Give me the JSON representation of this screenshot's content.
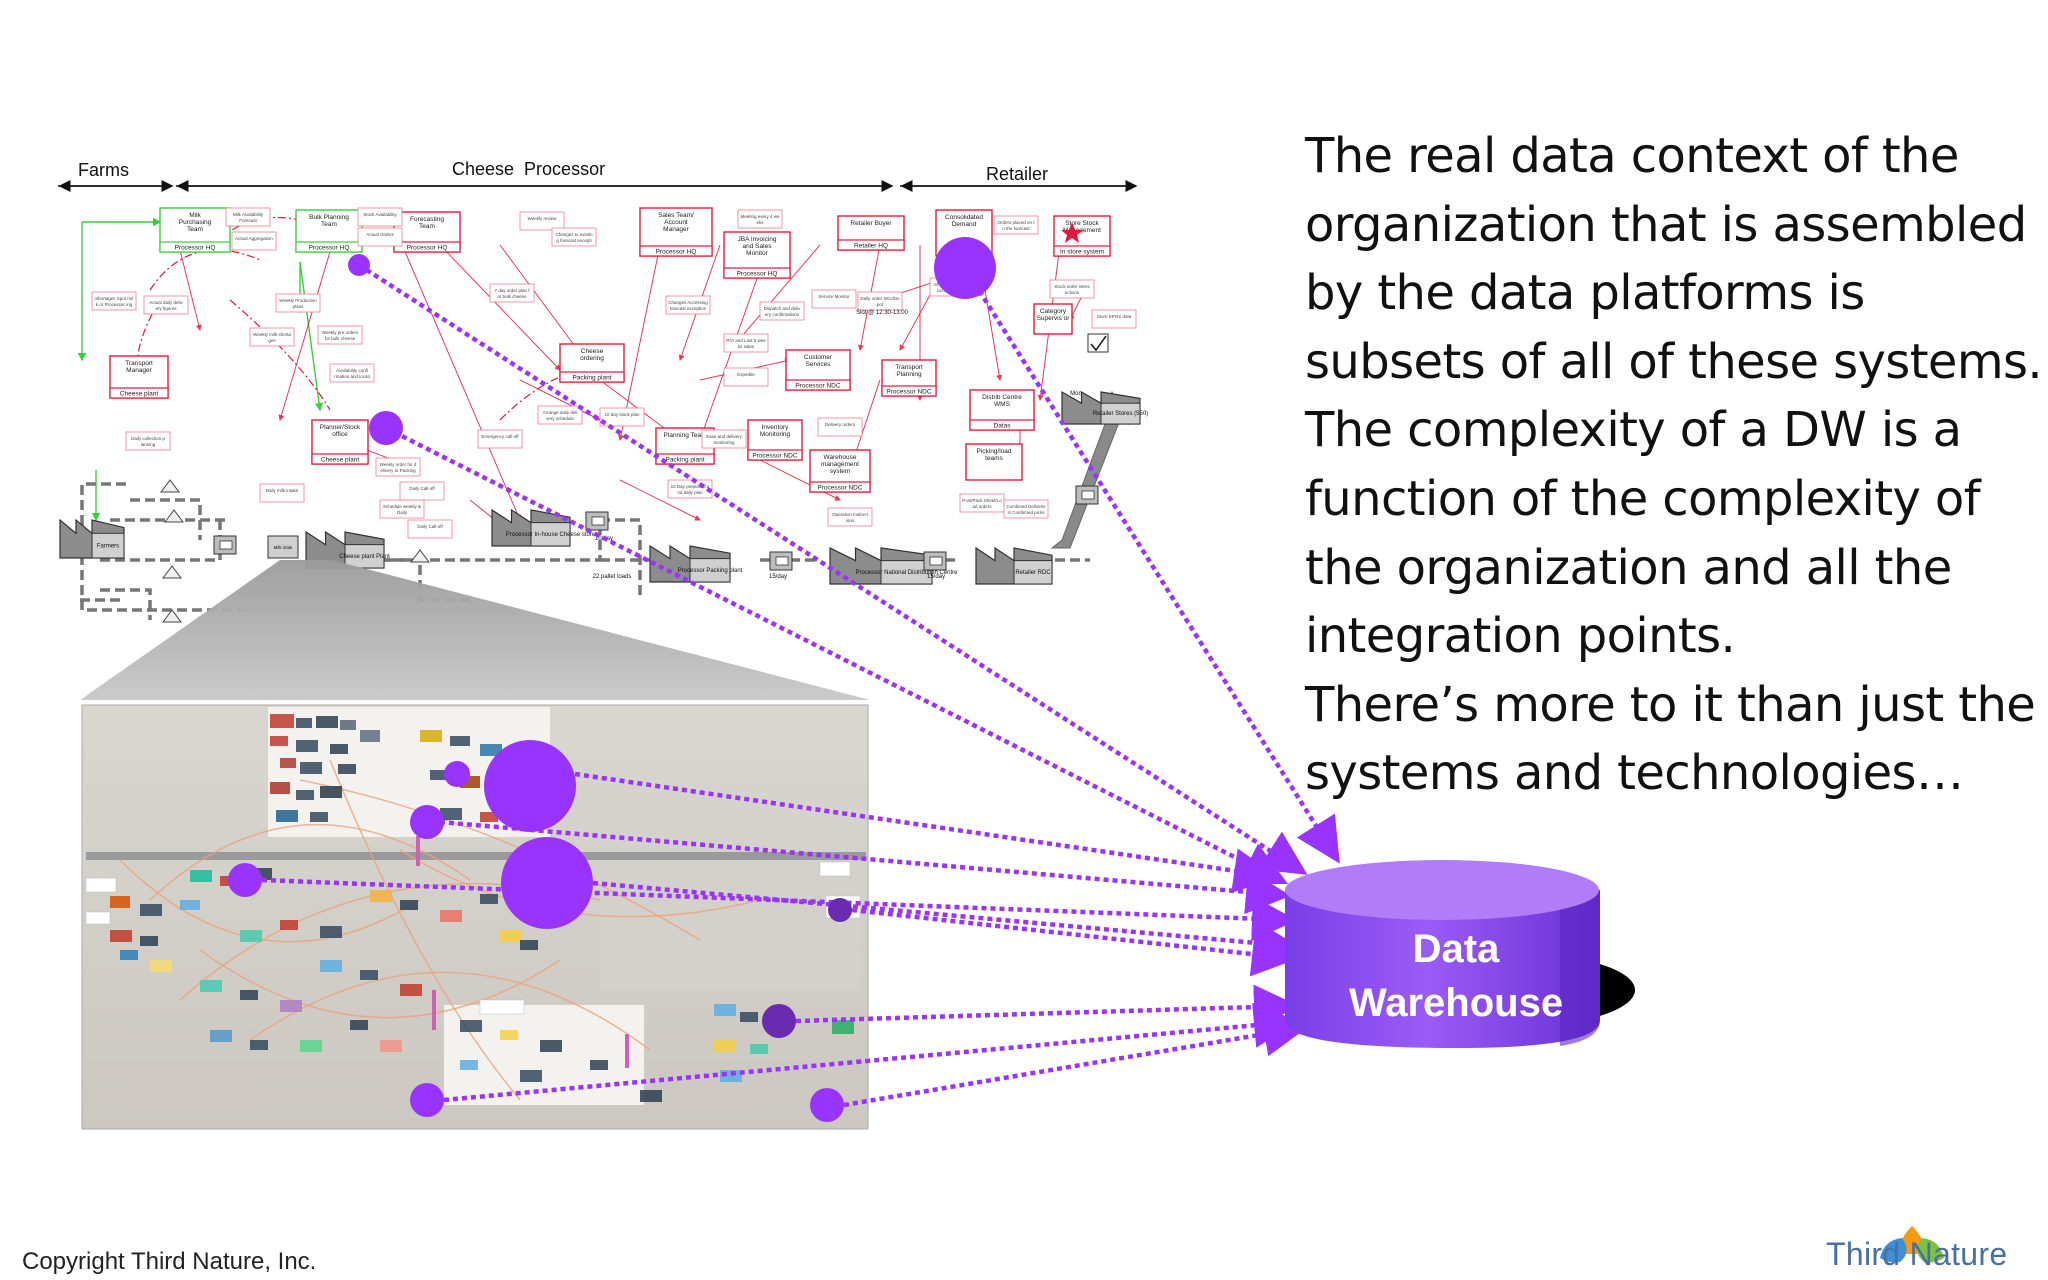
{
  "header": {
    "farms_label": "Farms",
    "processor_label": "Cheese  Processor",
    "retailer_label": "Retailer"
  },
  "map": {
    "boxes": [
      {
        "title": "Milk Purchasing Team",
        "foot": "Processor HQ",
        "color": "green"
      },
      {
        "title": "Bulk Planning Team",
        "foot": "Processor HQ",
        "color": "green"
      },
      {
        "title": "Forecasting Team",
        "foot": "Processor HQ",
        "color": "red"
      },
      {
        "title": "Sales Team/ Account Manager",
        "foot": "Processor HQ",
        "color": "red"
      },
      {
        "title": "JBA Invoicing and Sales Monitor",
        "foot": "Processor HQ",
        "color": "red"
      },
      {
        "title": "Retailer Buyer",
        "foot": "Retailer HQ",
        "color": "red"
      },
      {
        "title": "Consolidated Demand",
        "foot": "",
        "color": "red"
      },
      {
        "title": "Store Stock Management",
        "foot": "In store system",
        "color": "red"
      },
      {
        "title": "Transport Manager",
        "foot": "Cheese plant",
        "color": "red"
      },
      {
        "title": "Cheese ordering",
        "foot": "Packing plant",
        "color": "red"
      },
      {
        "title": "Customer Services",
        "foot": "Processor NDC",
        "color": "red"
      },
      {
        "title": "Transport Planning",
        "foot": "Processor NDC",
        "color": "red"
      },
      {
        "title": "Planner/Stock office",
        "foot": "Cheese plant",
        "color": "red"
      },
      {
        "title": "Planning Team",
        "foot": "Packing plant",
        "color": "red"
      },
      {
        "title": "Inventory Monitoring",
        "foot": "Processor NDC",
        "color": "red"
      },
      {
        "title": "Warehouse management system",
        "foot": "Processor NDC",
        "color": "red"
      },
      {
        "title": "Distrib Centre WMS",
        "foot": "Datas",
        "color": "red"
      },
      {
        "title": "Picking/load teams",
        "foot": "",
        "color": "red"
      },
      {
        "title": "Category Supervis or",
        "foot": "",
        "color": "red"
      }
    ],
    "notes": [
      "Milk Availability Forecast",
      "Actual Aggregation",
      "Stock Availability",
      "Actual Orders",
      "Weekly review",
      "Changes to existing forecast exceptions",
      "Meeting every 4 weeks",
      "Orders placed on to the forecast",
      "Shortages Spot milk or Processor ingredients",
      "Actual daily delivery figures",
      "Weekly Production plans",
      "Weekly milk shortages",
      "Weekly pre orders for bulk cheese",
      "7 day order plan for bulk cheese",
      "Changes Accessing forecast exceptions",
      "Dispatch and delivery confirmations",
      "P/O and Last 5 weeks sales",
      "Service Monitor",
      "Daily order SKU/Depot",
      "Shortages/ Allocation instructions",
      "Availability confirmation and location",
      "Daily collection planning",
      "Emergency call-off",
      "Arrange daily delivery schedule",
      "10 day stock plan",
      "Expedite",
      "Ease and delivery monitoring",
      "Delivery orders",
      "Stock order intersections",
      "Store EPOS data",
      "Daily milk intake",
      "Schedule weekly & Daily",
      "Daily Call-off",
      "Weekly order for delivery to Packing plant",
      "10 Day prepicked and daily plan",
      "Operation Instructions",
      "Post/Pack Sheet/Load orders",
      "Combined Deliveries/ Confirmed picks",
      "Daily Call-off"
    ],
    "small_labels": [
      "Farmers",
      "Milk intake office",
      "Cheese plant Plant",
      "Processor In-house Cheese store",
      "Processor Packing plant",
      "Processor National Distribution Centre",
      "Retailer RDC",
      "Retailer Stores (550)",
      "10/day",
      "22 pallet loads",
      "15/day",
      "15/day",
      "Mon",
      "Slot @ 12:30-13:00"
    ]
  },
  "body_text": {
    "lines": [
      "The real data context of the",
      "organization that is assembled",
      "by the data platforms is",
      "subsets of all of these systems.",
      "The complexity of a DW is a",
      "function of the complexity of",
      "the organization and all the",
      "integration points.",
      "There’s more to it than just the",
      "systems and technologies…"
    ]
  },
  "warehouse": {
    "line1": "Data",
    "line2": "Warehouse"
  },
  "footer": {
    "copyright": "Copyright Third Nature, Inc.",
    "logo_text": "Third Nature"
  },
  "colors": {
    "accent": "#9933ff",
    "warehouse_body": "#8a4df0",
    "warehouse_top": "#b07cf7",
    "map_red": "#e0193c",
    "map_green": "#3dcc3d",
    "logo_text": "#4a6fa5"
  }
}
